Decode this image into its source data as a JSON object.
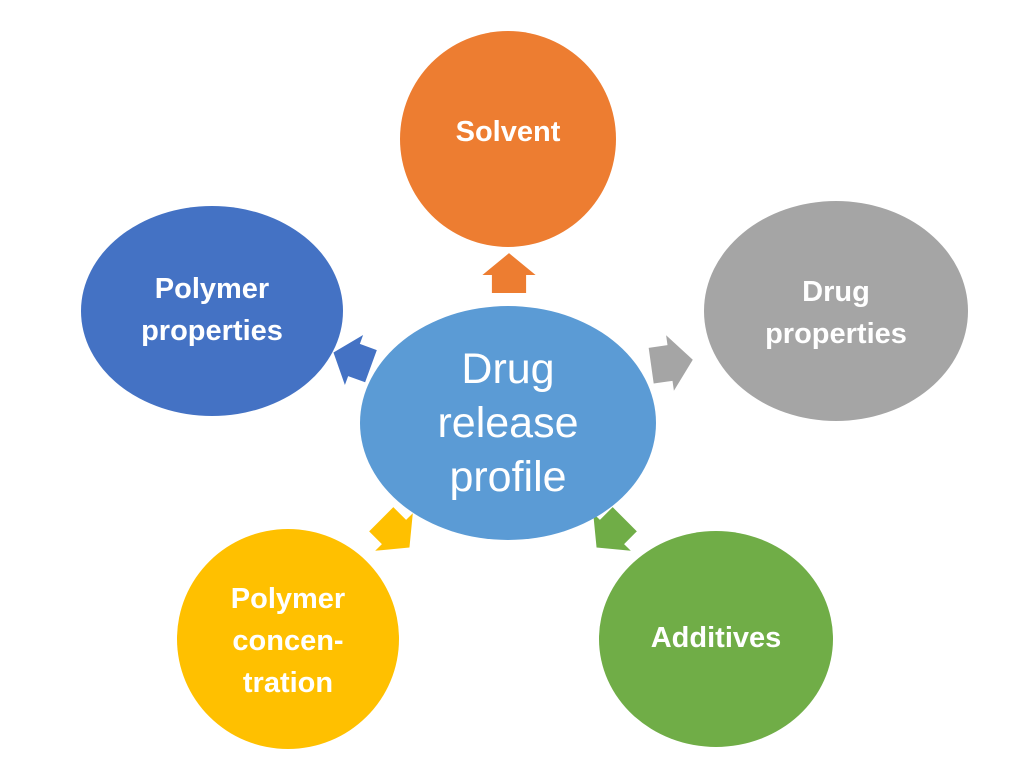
{
  "diagram": {
    "center": {
      "label": "Drug\nrelease\nprofile",
      "color": "#5B9BD5"
    },
    "nodes": {
      "solvent": {
        "label": "Solvent",
        "color": "#ED7D31"
      },
      "drug_properties": {
        "label": "Drug\nproperties",
        "color": "#A5A5A5"
      },
      "additives": {
        "label": "Additives",
        "color": "#70AD47"
      },
      "polymer_concentration": {
        "label": "Polymer\nconcen-\ntration",
        "color": "#FFC000"
      },
      "polymer_properties": {
        "label": "Polymer\nproperties",
        "color": "#4472C4"
      }
    }
  }
}
